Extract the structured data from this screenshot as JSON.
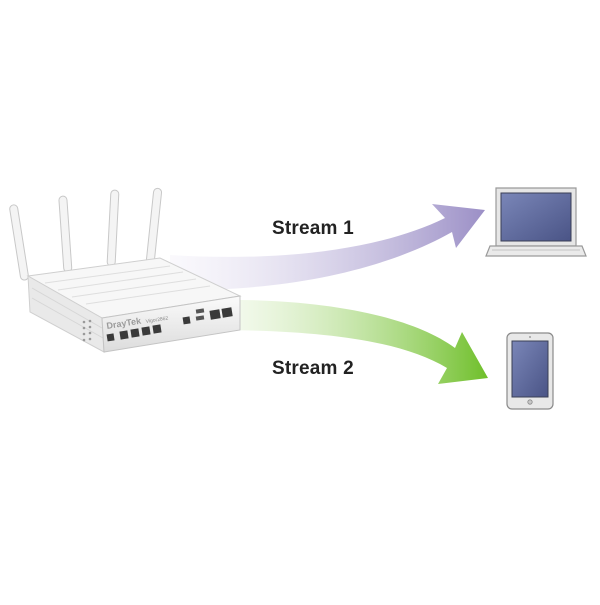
{
  "streams": [
    {
      "label": "Stream 1",
      "color": "#9b8fc6",
      "fade_color": "#e6e1f2",
      "target": "laptop"
    },
    {
      "label": "Stream 2",
      "color": "#6fbf2a",
      "fade_color": "#dcefc8",
      "target": "tablet"
    }
  ],
  "router": {
    "brand_text": "DrayTek",
    "model_text": "Vigor2862",
    "antenna_count": 4,
    "body_color": "#f2f2f2",
    "port_color": "#3a3a3a"
  },
  "devices": {
    "laptop": {
      "screen_color": "#5f6da0",
      "frame_color": "#e4e4e4"
    },
    "tablet": {
      "screen_color": "#5f6da0",
      "frame_color": "#e4e4e4"
    }
  }
}
